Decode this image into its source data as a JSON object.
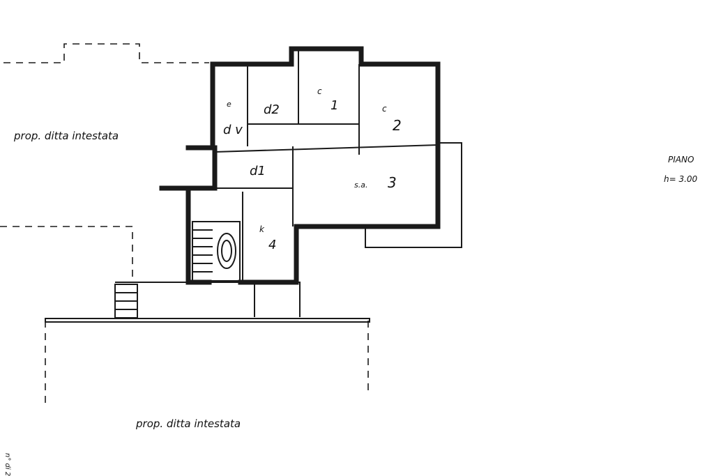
{
  "labels": {
    "neighbor_top": "prop. ditta intestata",
    "neighbor_bottom": "prop.   ditta   intestata",
    "floor_title": "PIANO",
    "floor_height": "h= 3.00"
  },
  "rooms": [
    {
      "id": "dv",
      "letter": "e",
      "code": "d v"
    },
    {
      "id": "d2",
      "letter": "",
      "code": "d2"
    },
    {
      "id": "c1",
      "letter": "c",
      "code": "1"
    },
    {
      "id": "c2",
      "letter": "c",
      "code": "2"
    },
    {
      "id": "d1",
      "letter": "",
      "code": "d1"
    },
    {
      "id": "sa3",
      "letter": "s.a.",
      "code": "3"
    },
    {
      "id": "k4",
      "letter": "k",
      "code": "4"
    }
  ],
  "margin_text": "n° di 2"
}
